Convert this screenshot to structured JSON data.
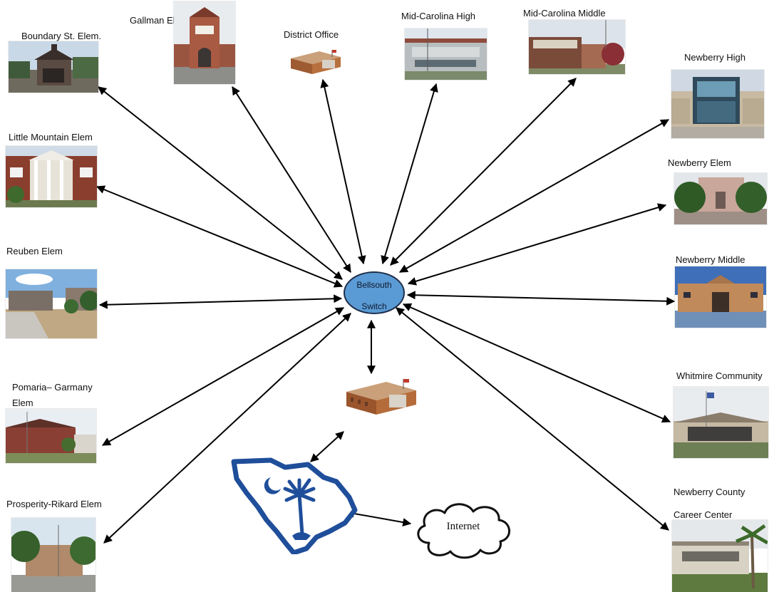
{
  "hub": {
    "line1": "Bellsouth",
    "line2": "Switch"
  },
  "cloud": {
    "label": "Internet"
  },
  "sites": {
    "boundary": "Boundary St. Elem.",
    "gallman": "Gallman Elem",
    "district": "District Office",
    "mchigh": "Mid-Carolina High",
    "mcmiddle": "Mid-Carolina Middle",
    "nbhigh": "Newberry High",
    "littlemtn": "Little Mountain Elem",
    "nbelem": "Newberry Elem",
    "reuben": "Reuben Elem",
    "nbmiddle": "Newberry Middle",
    "pomaria_l1": "Pomaria– Garmany",
    "pomaria_l2": "Elem",
    "whitmire": "Whitmire Community",
    "prosperity": "Prosperity-Rikard Elem",
    "career_l1": "Newberry County",
    "career_l2": "Career Center"
  },
  "colors": {
    "hub_fill": "#5b9bd5",
    "hub_stroke": "#1f2f4a",
    "arrow": "#000000"
  }
}
